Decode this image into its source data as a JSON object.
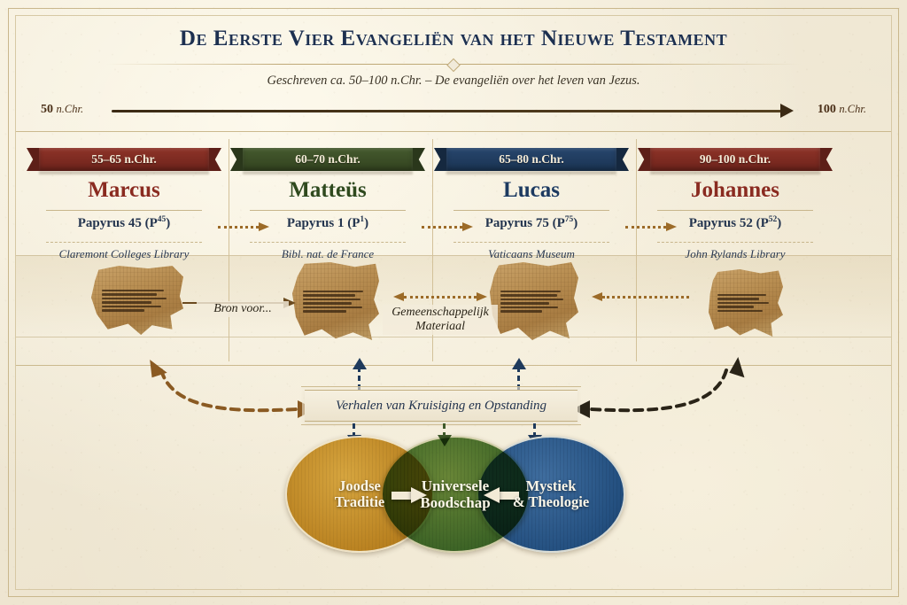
{
  "header": {
    "title": "De Eerste Vier Evangeliën van het Nieuwe Testament",
    "subtitle": "Geschreven ca. 50–100 n.Chr. – De evangeliën over het leven van Jezus."
  },
  "timeline": {
    "start_year": "50",
    "start_era": "n.Chr.",
    "end_year": "100",
    "end_era": "n.Chr."
  },
  "gospels": [
    {
      "date_range": "55–65 n.Chr.",
      "name": "Marcus",
      "papyrus": "Papyrus 45 (P",
      "papyrus_sup": "45",
      "papyrus_end": ")",
      "location": "Claremont Colleges Library",
      "ribbon_color": "#7b2b22",
      "name_color": "#8a2b20"
    },
    {
      "date_range": "60–70 n.Chr.",
      "name": "Matteüs",
      "papyrus": "Papyrus 1 (P",
      "papyrus_sup": "1",
      "papyrus_end": ")",
      "location": "Bibl. nat. de France",
      "ribbon_color": "#3a4a26",
      "name_color": "#2f4a1e"
    },
    {
      "date_range": "65–80 n.Chr.",
      "name": "Lucas",
      "papyrus": "Papyrus 75 (P",
      "papyrus_sup": "75",
      "papyrus_end": ")",
      "location": "Vaticaans Museum",
      "ribbon_color": "#1f3a5c",
      "name_color": "#1d3a60"
    },
    {
      "date_range": "90–100 n.Chr.",
      "name": "Johannes",
      "papyrus": "Papyrus 52 (P",
      "papyrus_sup": "52",
      "papyrus_end": ")",
      "location": "John Rylands Library",
      "ribbon_color": "#7b2b22",
      "name_color": "#8a2b20"
    }
  ],
  "annotations": {
    "source_for": "Bron voor...",
    "shared_material_line1": "Gemeenschappelijk",
    "shared_material_line2": "Materiaal"
  },
  "banner": {
    "text": "Verhalen van Kruisiging en Opstanding"
  },
  "venn": {
    "left_line1": "Joodse",
    "left_line2": "Traditie",
    "mid_line1": "Universele",
    "mid_line2": "Boodschap",
    "right_line1": "Mystiek",
    "right_line2": "& Theologie"
  },
  "colors": {
    "parchment": "#f1eada",
    "ink_blue": "#1d3050",
    "dark_red": "#7b2b22",
    "dark_green": "#3a4a26",
    "navy": "#1f3a5c",
    "brown_arrow": "#9c6b28",
    "gold": "#b8801f",
    "green": "#3e6b2c",
    "blue": "#245080"
  }
}
